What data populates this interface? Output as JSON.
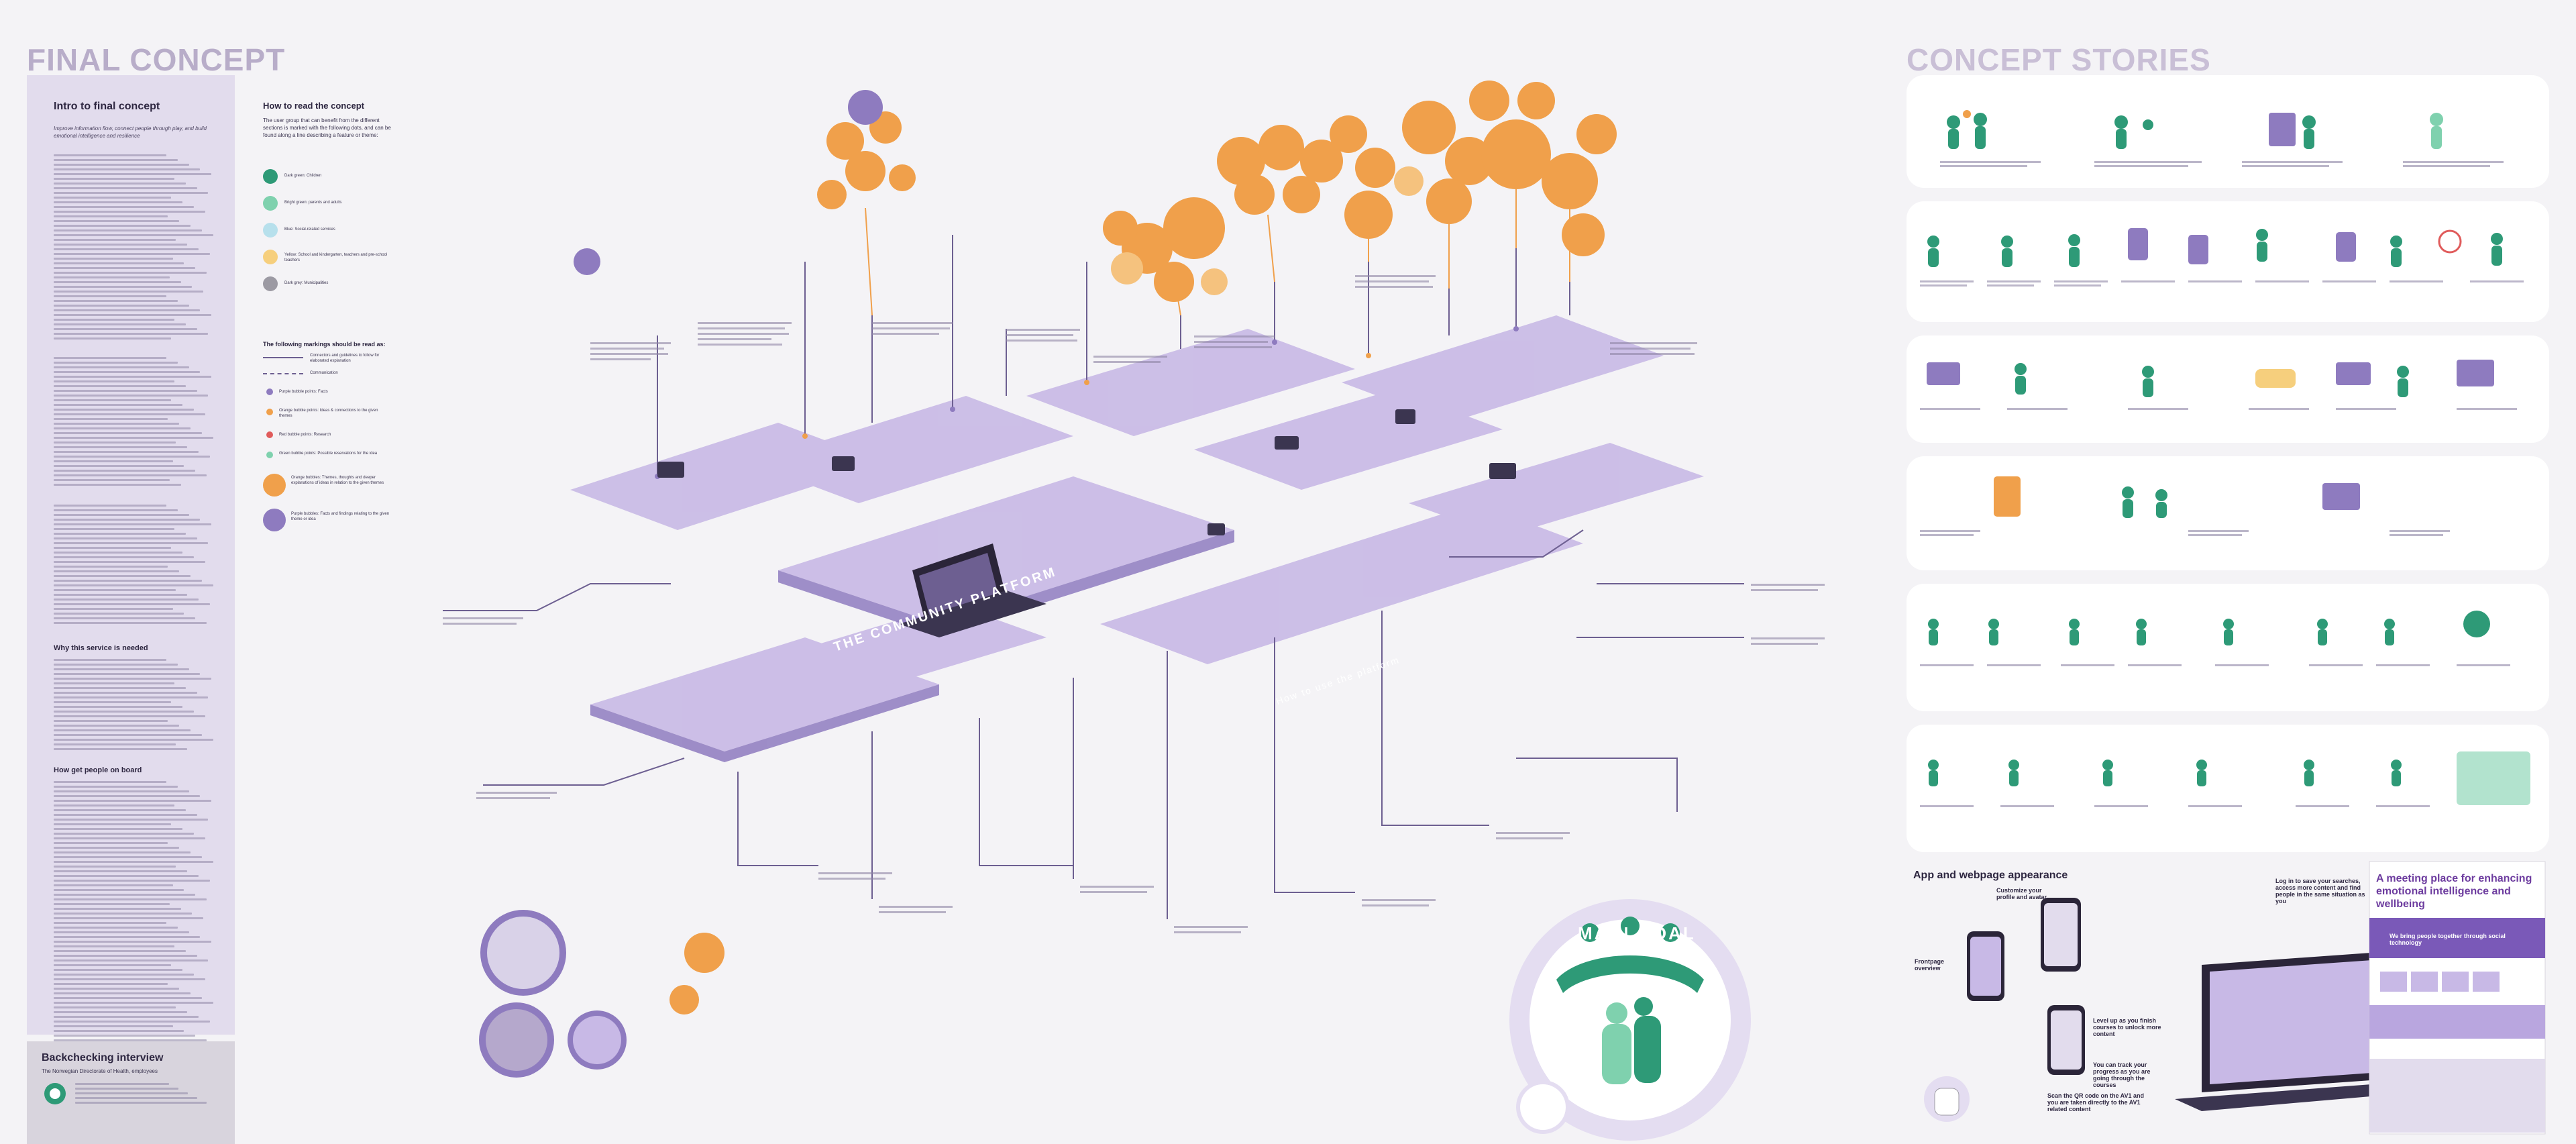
{
  "headings": {
    "final_concept": "FINAL CONCEPT",
    "concept_stories": "CONCEPT STORIES"
  },
  "intro": {
    "title": "Intro to final concept",
    "subtitle": "Improve information flow, connect people through play, and build emotional intelligence and resilience",
    "why_title": "Why this service is needed",
    "get_on_board_title": "How get people on board"
  },
  "backcheck": {
    "title": "Backchecking interview",
    "subtitle": "The Norwegian Directorate of Health, employees"
  },
  "legend": {
    "title": "How to read the concept",
    "description": "The user group that can benefit from the different sections is marked with the following dots, and can be found along a line describing a feature or theme:",
    "dots": [
      {
        "label": "Dark green: Children",
        "color": "#2e9a77"
      },
      {
        "label": "Bright green: parents and adults",
        "color": "#7fd1ae"
      },
      {
        "label": "Blue: Social-related services",
        "color": "#b7e0ec"
      },
      {
        "label": "Yellow: School and kindergarten, teachers and pre-school teachers",
        "color": "#f6cf7d"
      },
      {
        "label": "Dark grey: Municipalities",
        "color": "#9c9aa3"
      }
    ],
    "markings_title": "The following markings should be read as:",
    "markings": [
      "Connectors and guidelines to follow for elaborated explanation",
      "Communication",
      "Purple bubble points: Facts",
      "Orange bubble points: Ideas & connections to the given themes",
      "Red bubble points: Research",
      "Green bubble points: Possible reservations for the idea",
      "Orange bubbles: Themes, thoughts and deeper explanations of ideas in relation to the given themes",
      "Purple bubbles: Facts and findings relating to the given theme or idea"
    ]
  },
  "map": {
    "platform_label": "THE COMMUNITY PLATFORM",
    "howto_label": "How to use the platform",
    "main_goal": "MAIN GOAL"
  },
  "app_section": {
    "title": "App and webpage appearance",
    "notes": [
      "Customize your profile and avatar",
      "Frontpage overview",
      "Level up as you finish courses to unlock more content",
      "You can track your progress as you are going through the courses",
      "Scan the QR code on the AV1 and you are taken directly to the AV1 related content",
      "Log in to save your searches, access more content and find people in the same situation as you"
    ],
    "site_headline": "A meeting place for enhancing emotional intelligence and wellbeing",
    "site_banner": "We bring people together through social technology"
  },
  "colors": {
    "purple_dark": "#6d5f91",
    "purple": "#8e7bbf",
    "purple_light": "#c8b9e6",
    "orange": "#f0a04b",
    "orange_light": "#f5c27e",
    "green": "#2e9a77",
    "background": "#f4f3f6"
  }
}
